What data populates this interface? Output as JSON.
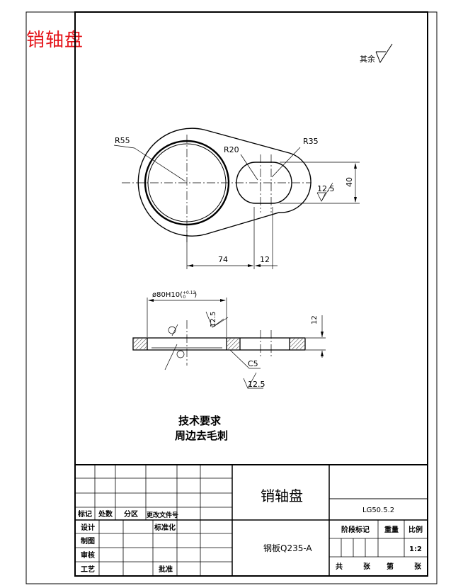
{
  "overlay_caption": "销轴盘",
  "roughness_note": "其余",
  "dimensions": {
    "r55": "R55",
    "r20": "R20",
    "r35": "R35",
    "d74": "74",
    "d12_top": "12",
    "d40": "40",
    "ra_top": "12.5",
    "phi80_main": "ø80H10(",
    "phi80_tol": "+0.12",
    "phi80_tol2": "0",
    "phi80_close": ")",
    "ra_side": "12.5",
    "d12_side": "12",
    "c5": "C5",
    "ra_bottom": "12.5"
  },
  "tech_requirements": {
    "title": "技术要求",
    "line1": "周边去毛刺"
  },
  "title_block": {
    "part_name": "销轴盘",
    "material": "钢板Q235-A",
    "drawing_no": "LG50.5.2",
    "scale_value": "1:2",
    "labels": {
      "mark": "标记",
      "count": "处数",
      "zone": "分区",
      "change_doc": "更改文件号",
      "design": "设计",
      "standardize": "标准化",
      "drafting": "制图",
      "review": "审核",
      "process": "工艺",
      "approve": "批准",
      "stage_mark": "阶段标记",
      "weight": "重量",
      "scale": "比例",
      "total": "共",
      "sheets": "张",
      "sheet_no": "第",
      "sheet": "张"
    }
  }
}
